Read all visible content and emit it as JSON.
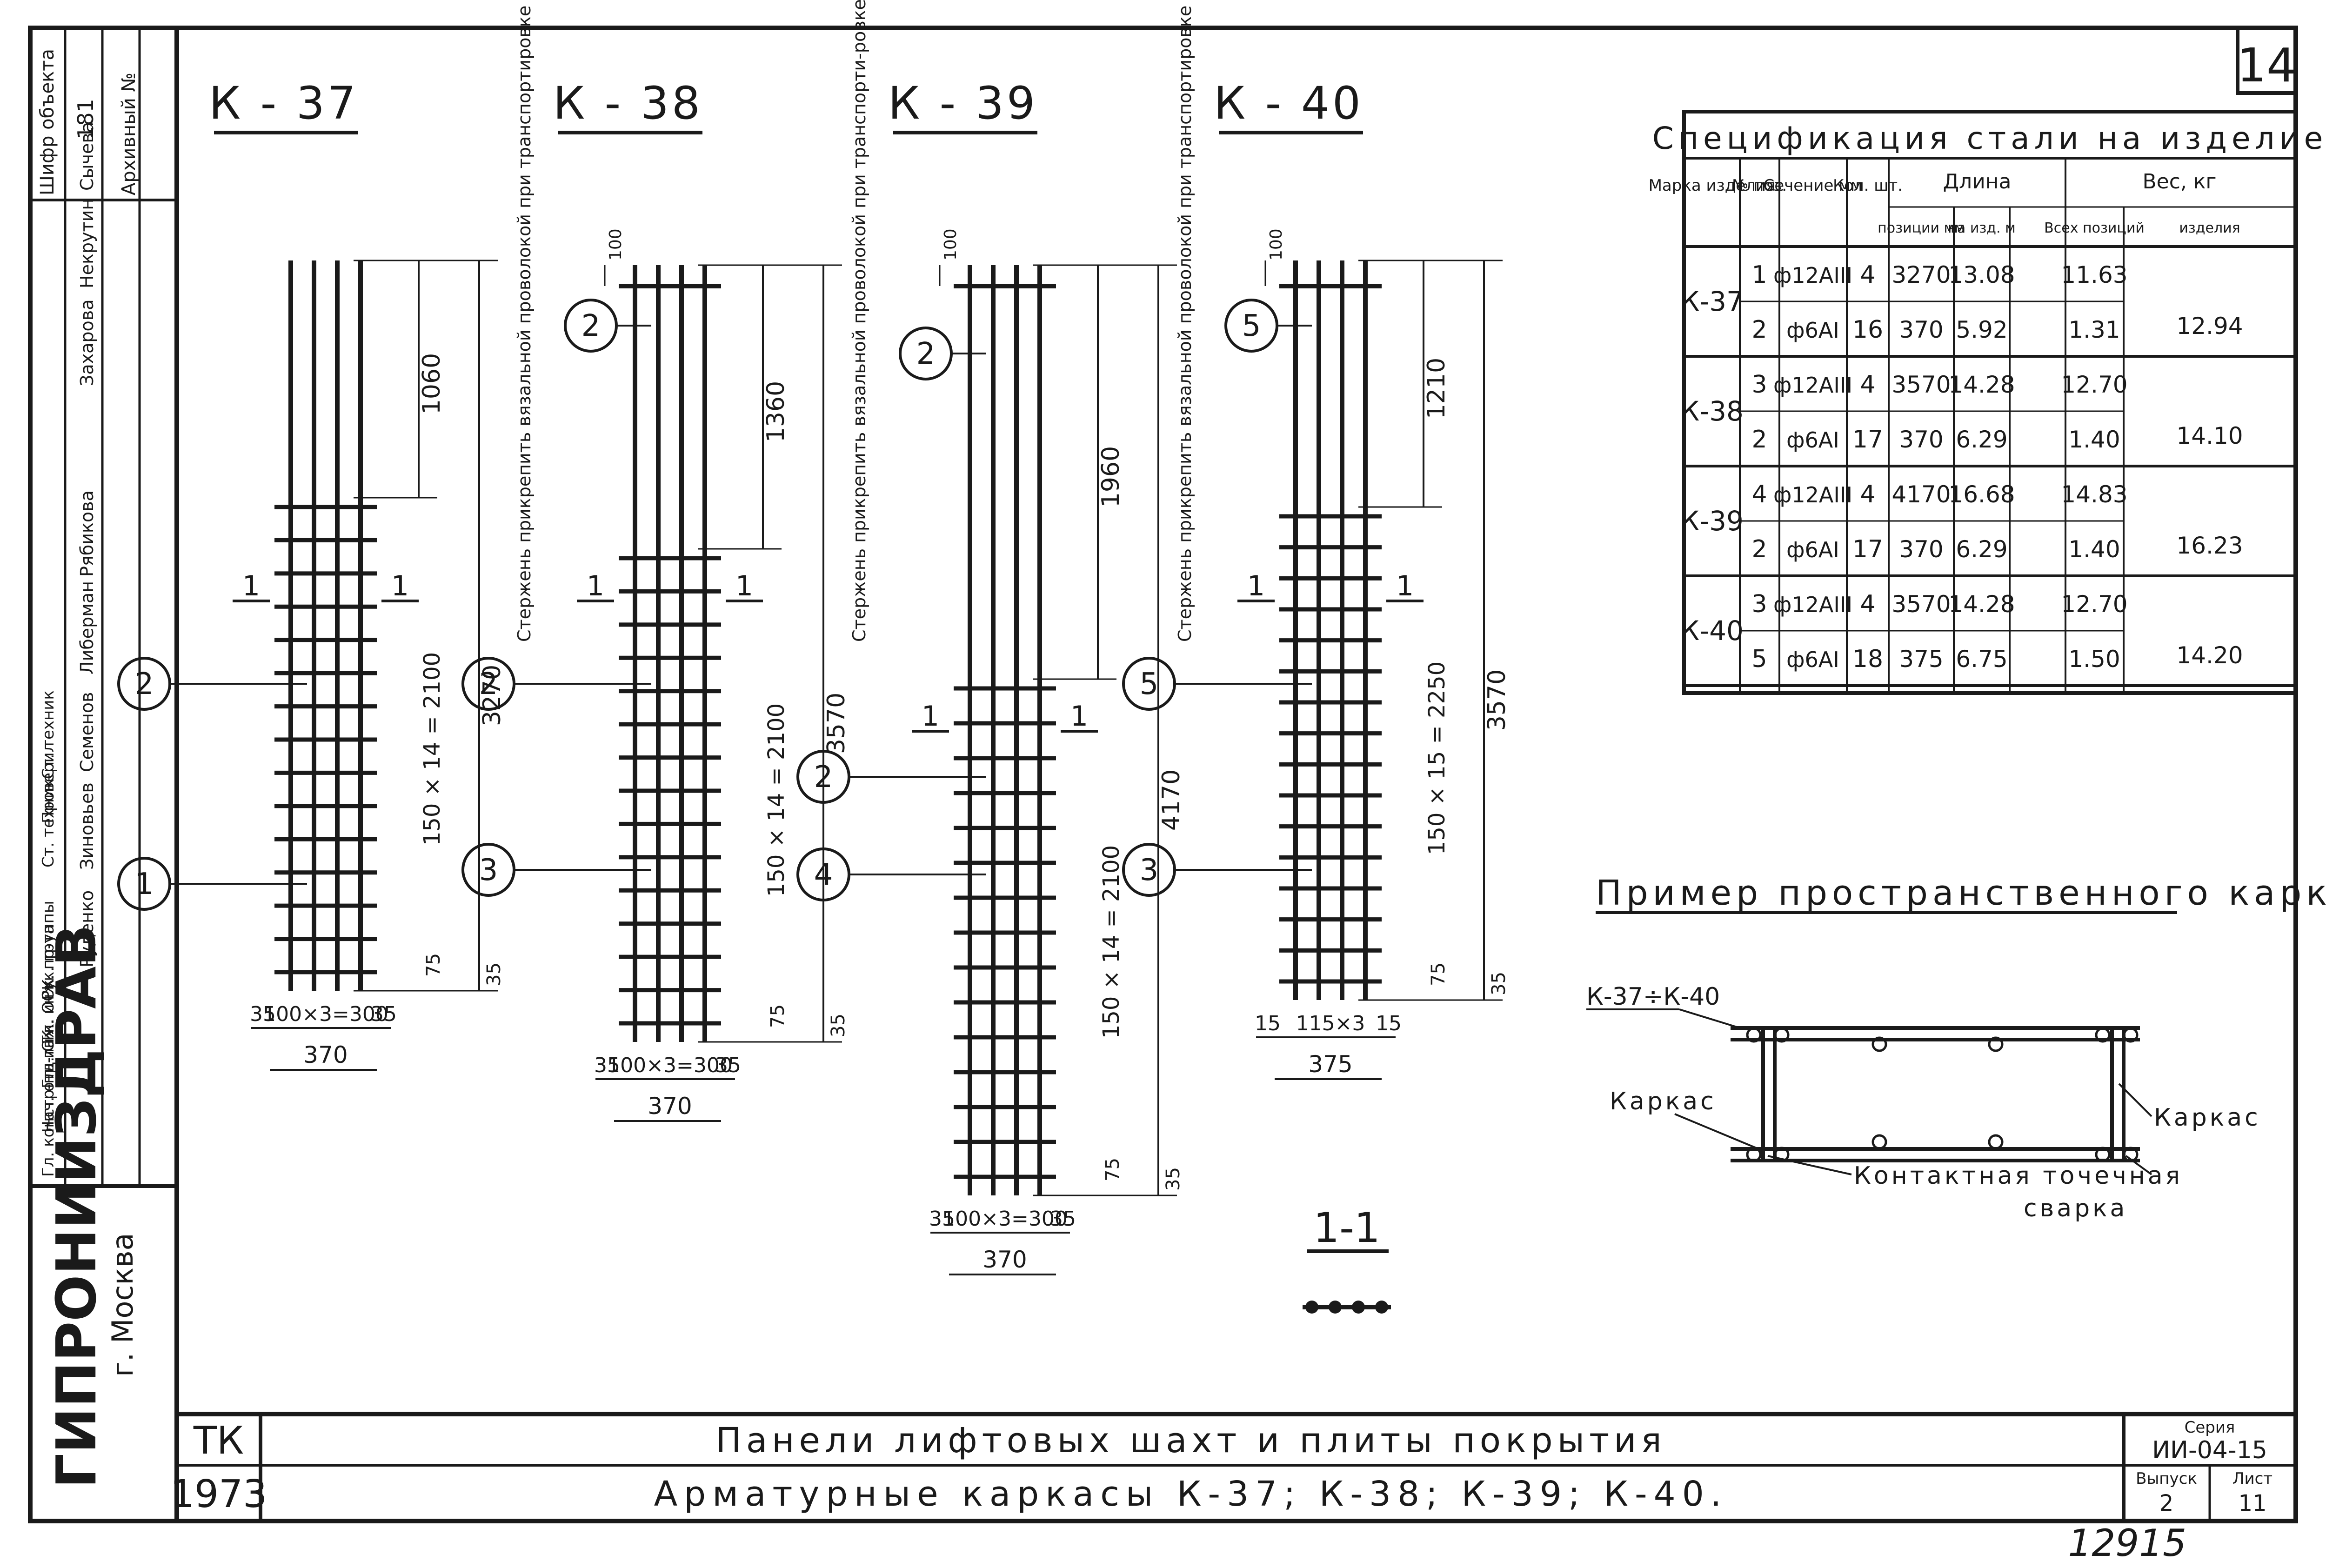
{
  "sheet": {
    "sheet_number": "14",
    "bottom_number": "12915"
  },
  "side_stamp": {
    "org": "ГИПРОНИИЗДРАВ",
    "city": "г. Москва",
    "archive_rows": [
      "Шифр объекта",
      "181",
      "Архивный №"
    ],
    "roles": [
      "Гл. констр-нн-та",
      "Нач. отд. СК",
      "Гл. инж. ОСК",
      "Гл. инж. пр-та",
      "Рук. группы",
      "",
      "",
      "Ст. техник",
      "Проверил",
      "Ст. техник"
    ],
    "names": [
      "Руденко",
      "Зиновьев",
      "Семенов",
      "Либерман",
      "Рябикова",
      "Захарова",
      "Некрутин",
      "Сычева"
    ]
  },
  "title_block": {
    "code": "ТК",
    "year": "1973",
    "title1": "Панели лифтовых шахт и плиты покрытия",
    "title2": "Арматурные каркасы К-37; К-38; К-39; К-40.",
    "series_label": "Серия",
    "series": "ИИ-04-15",
    "issue_label": "Выпуск",
    "issue": "2",
    "list_label": "Лист",
    "list": "11"
  },
  "frames": [
    {
      "title": "К - 37",
      "top_dim": "1060",
      "total_dim": "3270",
      "pitch": "150 × 14 = 2100",
      "bottom_dim": "75",
      "end_dim": "35",
      "w1": "35",
      "w2": "100×3=300",
      "w3": "35",
      "width": "370",
      "callouts": [
        "2",
        "1"
      ],
      "section": "1",
      "section_label": "1"
    },
    {
      "title": "К - 38",
      "top_dim": "1360",
      "total_dim": "3570",
      "pitch": "150 × 14 = 2100",
      "bottom_dim": "75",
      "end_dim": "35",
      "w1": "35",
      "w2": "100×3=300",
      "w3": "35",
      "width": "370",
      "callouts": [
        "2",
        "2",
        "3"
      ],
      "top_off": "100",
      "note": "Стержень прикрепить вязальной проволокой при транспортировке",
      "section": "1",
      "section_label": "1"
    },
    {
      "title": "К - 39",
      "top_dim": "1960",
      "total_dim": "4170",
      "pitch": "150 × 14 = 2100",
      "bottom_dim": "75",
      "end_dim": "35",
      "w1": "35",
      "w2": "100×3=300",
      "w3": "35",
      "width": "370",
      "callouts": [
        "2",
        "2",
        "4"
      ],
      "top_off": "100",
      "note": "Стержень прикрепить вязальной проволокой при транспорти-ровке.",
      "section": "1",
      "section_label": "1"
    },
    {
      "title": "К - 40",
      "top_dim": "1210",
      "total_dim": "3570",
      "pitch": "150 × 15 = 2250",
      "bottom_dim": "75",
      "end_dim": "35",
      "w1": "15",
      "w2": "115×3",
      "w3": "15",
      "width": "375",
      "callouts": [
        "5",
        "5",
        "3"
      ],
      "top_off": "100",
      "note": "Стержень прикрепить вязальной проволокой при транспортировке",
      "section": "1",
      "section_label": "1"
    }
  ],
  "section_mark": "1-1",
  "spec": {
    "title": "Спецификация стали на изделие",
    "h_mark": "Марка изделия",
    "h_pos": "№ поз.",
    "h_sec": "Сечение мм",
    "h_qty": "Кол. шт.",
    "h_len": "Длина",
    "h_len_pos": "позиции мм",
    "h_len_item": "на изд. м",
    "h_wt": "Вес, кг",
    "h_wt_all": "Всех позиций",
    "h_wt_item": "изделия",
    "groups": [
      {
        "mark": "К-37",
        "total": "12.94",
        "rows": [
          {
            "pos": "1",
            "sec": "ф12АIII",
            "qty": "4",
            "len": "3270",
            "len_m": "13.08",
            "wt": "11.63"
          },
          {
            "pos": "2",
            "sec": "ф6АI",
            "qty": "16",
            "len": "370",
            "len_m": "5.92",
            "wt": "1.31"
          }
        ]
      },
      {
        "mark": "К-38",
        "total": "14.10",
        "rows": [
          {
            "pos": "3",
            "sec": "ф12АIII",
            "qty": "4",
            "len": "3570",
            "len_m": "14.28",
            "wt": "12.70"
          },
          {
            "pos": "2",
            "sec": "ф6АI",
            "qty": "17",
            "len": "370",
            "len_m": "6.29",
            "wt": "1.40"
          }
        ]
      },
      {
        "mark": "К-39",
        "total": "16.23",
        "rows": [
          {
            "pos": "4",
            "sec": "ф12АIII",
            "qty": "4",
            "len": "4170",
            "len_m": "16.68",
            "wt": "14.83"
          },
          {
            "pos": "2",
            "sec": "ф6АI",
            "qty": "17",
            "len": "370",
            "len_m": "6.29",
            "wt": "1.40"
          }
        ]
      },
      {
        "mark": "К-40",
        "total": "14.20",
        "rows": [
          {
            "pos": "3",
            "sec": "ф12АIII",
            "qty": "4",
            "len": "3570",
            "len_m": "14.28",
            "wt": "12.70"
          },
          {
            "pos": "5",
            "sec": "ф6АI",
            "qty": "18",
            "len": "375",
            "len_m": "6.75",
            "wt": "1.50"
          }
        ]
      }
    ]
  },
  "example": {
    "title": "Пример пространственного каркаса",
    "label_frames": "К-37÷К-40",
    "label_left": "Каркас",
    "label_right": "Каркас",
    "label_weld1": "Контактная точечная",
    "label_weld2": "сварка"
  },
  "colors": {
    "ink": "#1a1a1a",
    "paper": "#ffffff"
  }
}
